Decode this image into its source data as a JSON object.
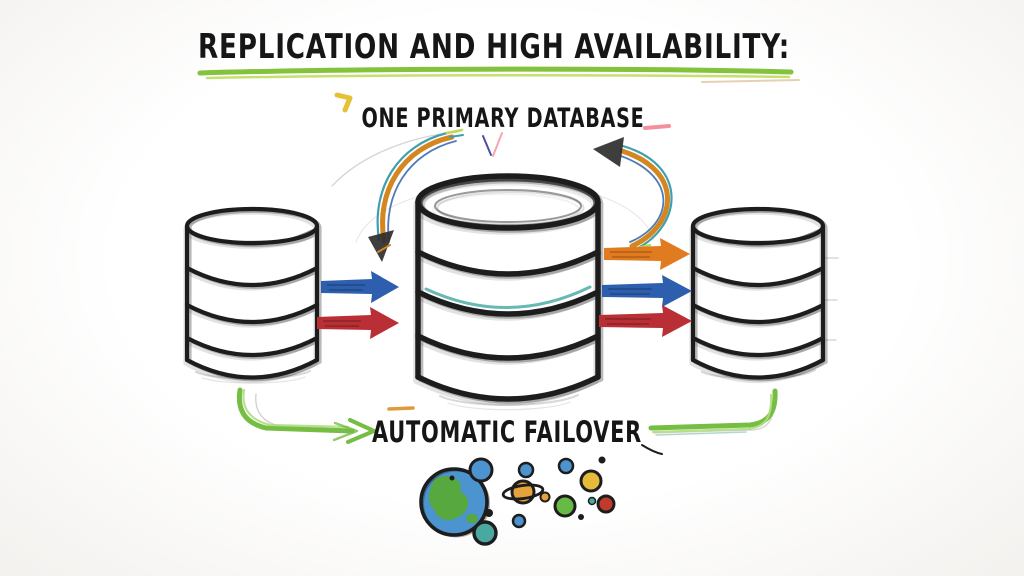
{
  "title": {
    "text": "REPLICATION AND HIGH AVAILABILITY:",
    "color": "#161616"
  },
  "subtitle": {
    "text": "ONE PRIMARY DATABASE",
    "color": "#161616"
  },
  "failover": {
    "text": "AUTOMATIC FAILOVER",
    "color": "#161616"
  },
  "colors": {
    "ink": "#1d1d1d",
    "pencil": "#b3b1ad",
    "underline_green": "#82c23d",
    "underline_lime": "#bcda57",
    "underline_tan": "#d8bd90",
    "arrow_blue": "#2d5fae",
    "arrow_red": "#b92f35",
    "arrow_orange": "#e07b1f",
    "curve_orange": "#d4861f",
    "curve_teal": "#3f9fae",
    "curve_blue": "#3c6db0",
    "down_arrow_maroon": "#73203f",
    "down_arrow_violet": "#4c4f9e",
    "failover_green": "#76bd43",
    "failover_green_light": "#aede7f",
    "accent_yellow": "#e5c235",
    "accent_pink": "#f2919b",
    "accent_orange_dash": "#e09a3e",
    "band_teal": "#58b0ac",
    "globe_blue": "#4b94cf",
    "land_green": "#57a83f",
    "sky_blue": "#4b94cf",
    "planet_amber": "#e6a33c",
    "planet_green": "#67bb45",
    "planet_yellow": "#e6bb3c",
    "planet_red": "#c03a2d",
    "planet_teal": "#49a8a0"
  }
}
